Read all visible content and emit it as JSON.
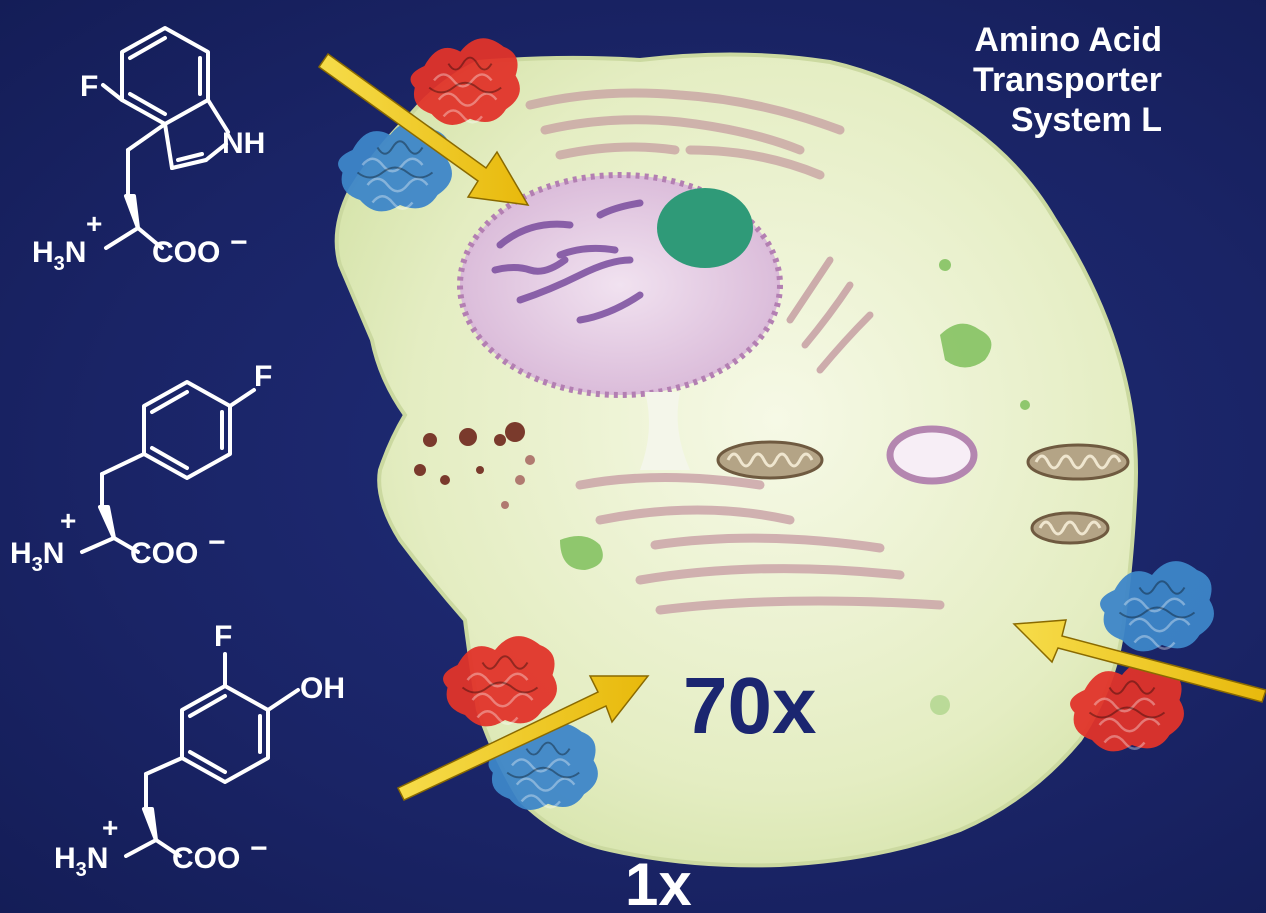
{
  "title": {
    "line1": "Amino Acid",
    "line2": "Transporter",
    "line3": "System L"
  },
  "uptake": {
    "high": "70x",
    "low": "1x"
  },
  "molecules": [
    {
      "substituent_f": "F",
      "nh_label": "NH",
      "amine": "H",
      "amine_sub": "3",
      "amine_n": "N",
      "plus": "+",
      "carboxylate": "COO",
      "minus": "−"
    },
    {
      "substituent_f": "F",
      "amine": "H",
      "amine_sub": "3",
      "amine_n": "N",
      "plus": "+",
      "carboxylate": "COO",
      "minus": "−"
    },
    {
      "substituent_f": "F",
      "oh_label": "OH",
      "amine": "H",
      "amine_sub": "3",
      "amine_n": "N",
      "plus": "+",
      "carboxylate": "COO",
      "minus": "−"
    }
  ],
  "colors": {
    "background": "#1a2466",
    "cell": "#e6efc6",
    "nucleus": "#e3c6e2",
    "nucleolus": "#2f9a78",
    "arrow": "#f2cf1a",
    "protein_red": "#e0342a",
    "protein_blue": "#3d86c8",
    "uptake_text": "#1b2670"
  },
  "icons": [
    "cell-illustration",
    "transporter-protein-icon",
    "uptake-arrow-icon"
  ]
}
